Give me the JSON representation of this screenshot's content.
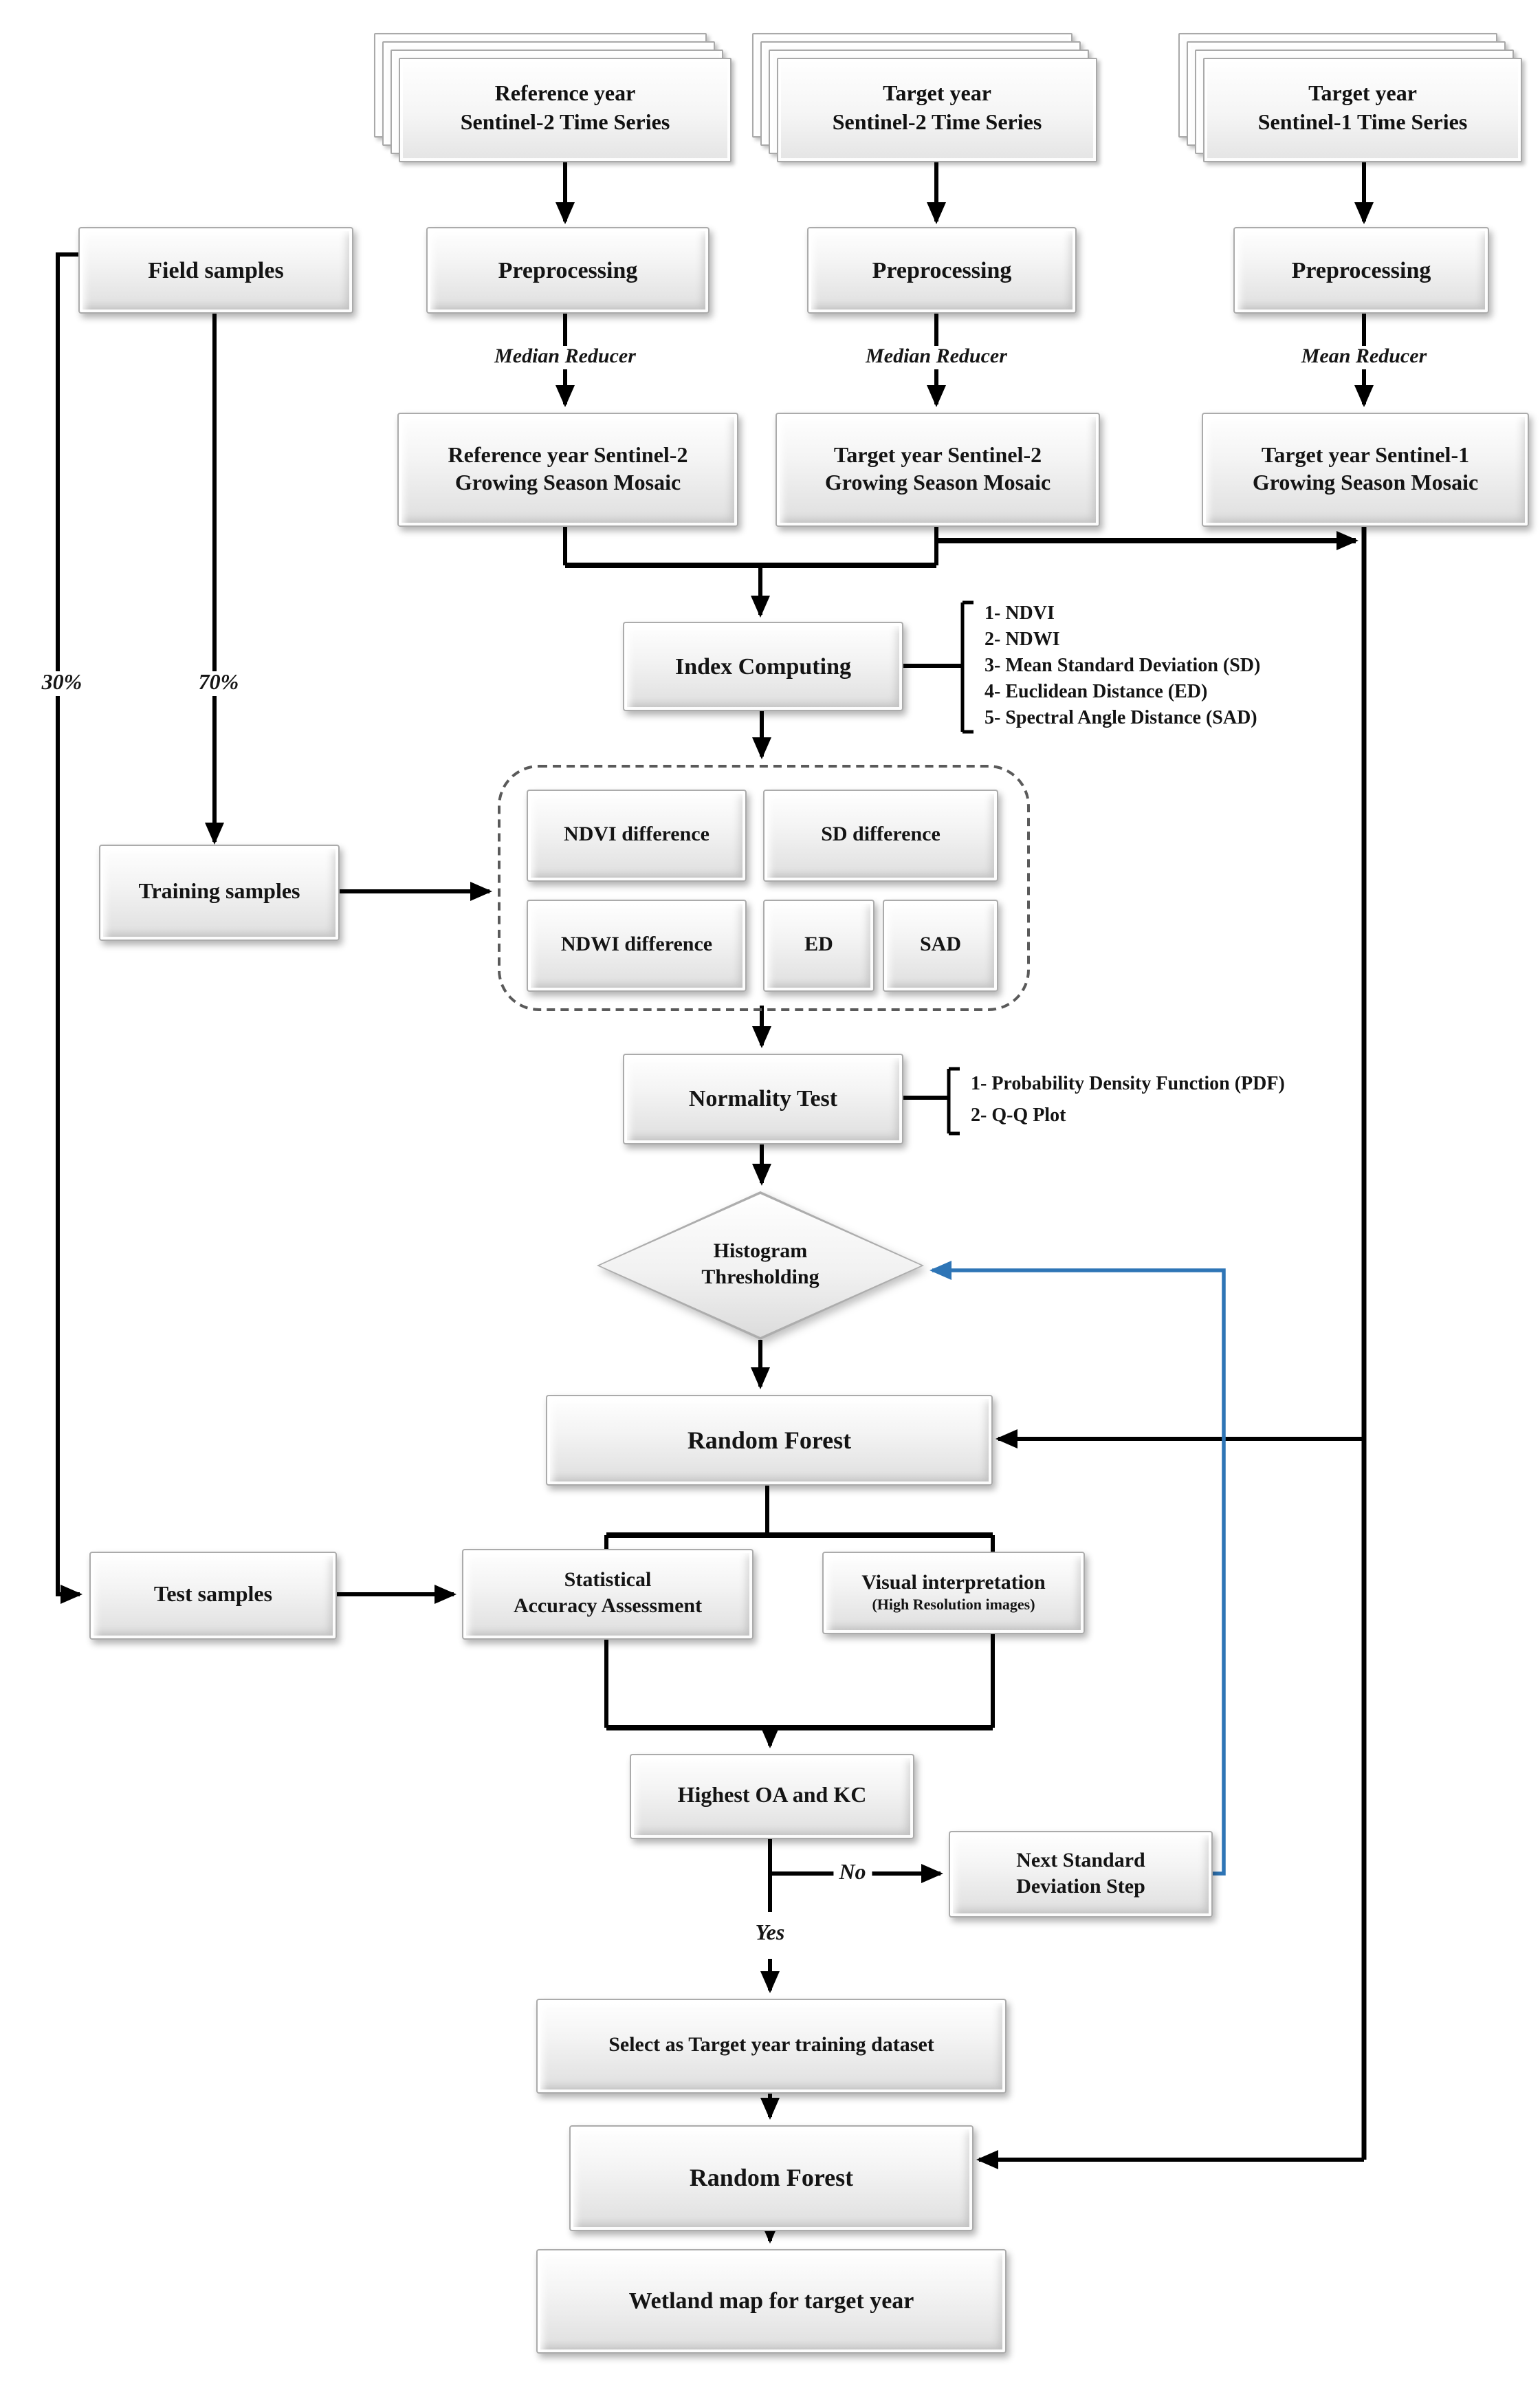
{
  "flowchart": {
    "colors": {
      "feedback_blue": "#2E75B6",
      "line_black": "#000000"
    },
    "stacks": [
      {
        "line1": "Reference year",
        "line2": "Sentinel-2 Time Series"
      },
      {
        "line1": "Target year",
        "line2": "Sentinel-2 Time Series"
      },
      {
        "line1": "Target year",
        "line2": "Sentinel-1 Time Series"
      }
    ],
    "preprocessing": [
      "Preprocessing",
      "Preprocessing",
      "Preprocessing"
    ],
    "reducers": [
      "Median Reducer",
      "Median Reducer",
      "Mean Reducer"
    ],
    "mosaics": [
      {
        "line1": "Reference year Sentinel-2",
        "line2": "Growing Season Mosaic"
      },
      {
        "line1": "Target year Sentinel-2",
        "line2": "Growing Season Mosaic"
      },
      {
        "line1": "Target year Sentinel-1",
        "line2": "Growing Season Mosaic"
      }
    ],
    "field_samples": "Field samples",
    "split_30": "30%",
    "split_70": "70%",
    "training_samples": "Training samples",
    "test_samples": "Test samples",
    "index_computing": "Index Computing",
    "index_list": [
      "1- NDVI",
      "2- NDWI",
      "3- Mean Standard Deviation (SD)",
      "4- Euclidean Distance (ED)",
      "5- Spectral Angle Distance (SAD)"
    ],
    "features": {
      "ndvi_diff": "NDVI difference",
      "sd_diff": "SD difference",
      "ndwi_diff": "NDWI difference",
      "ed": "ED",
      "sad": "SAD"
    },
    "normality_test": "Normality Test",
    "normality_list": [
      "1- Probability Density Function (PDF)",
      "2- Q-Q Plot"
    ],
    "decision": {
      "line1": "Histogram",
      "line2": "Thresholding"
    },
    "random_forest_1": "Random Forest",
    "stat_accuracy": {
      "line1": "Statistical",
      "line2": "Accuracy Assessment"
    },
    "visual_interp": {
      "line1": "Visual interpretation",
      "line2": "(High Resolution images)"
    },
    "highest_oa": "Highest OA and KC",
    "no_label": "No",
    "yes_label": "Yes",
    "next_sd": {
      "line1": "Next Standard",
      "line2": "Deviation Step"
    },
    "select_dataset": "Select as Target year training dataset",
    "random_forest_2": "Random Forest",
    "wetland_map": "Wetland map for target year"
  }
}
